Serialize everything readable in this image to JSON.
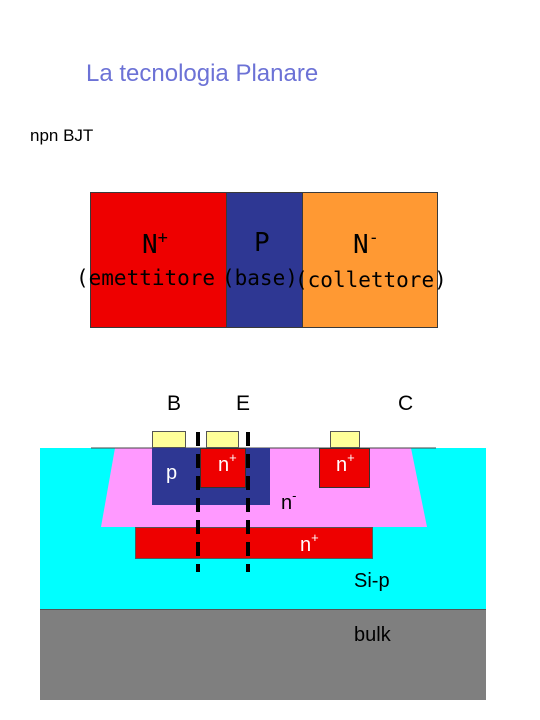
{
  "title": "La tecnologia Planare",
  "subtitle": "npn BJT",
  "block_diagram": {
    "emitter": {
      "region": "N",
      "doping": "+",
      "role": "(emettitore",
      "color": "#ee0000"
    },
    "base": {
      "region": "P",
      "role": "(base)",
      "color": "#2e3793"
    },
    "collector": {
      "region": "N",
      "doping": "-",
      "role": "collettore)",
      "color": "#ff9933"
    },
    "separator": "("
  },
  "terminals": {
    "base": "B",
    "emitter": "E",
    "collector": "C"
  },
  "cross_section": {
    "p_base": "p",
    "emitter_region": {
      "label": "n",
      "doping": "+"
    },
    "collector_contact": {
      "label": "n",
      "doping": "+"
    },
    "epi_layer": {
      "label": "n",
      "doping": "-"
    },
    "buried_layer": {
      "label": "n",
      "doping": "+"
    },
    "substrate": "Si-p",
    "bulk": "bulk",
    "colors": {
      "substrate": "#00ffff",
      "epi": "#ff99ff",
      "n_plus": "#ee0000",
      "p_base": "#2e3793",
      "contact": "#ffff99",
      "bulk": "#7f7f7f"
    }
  }
}
